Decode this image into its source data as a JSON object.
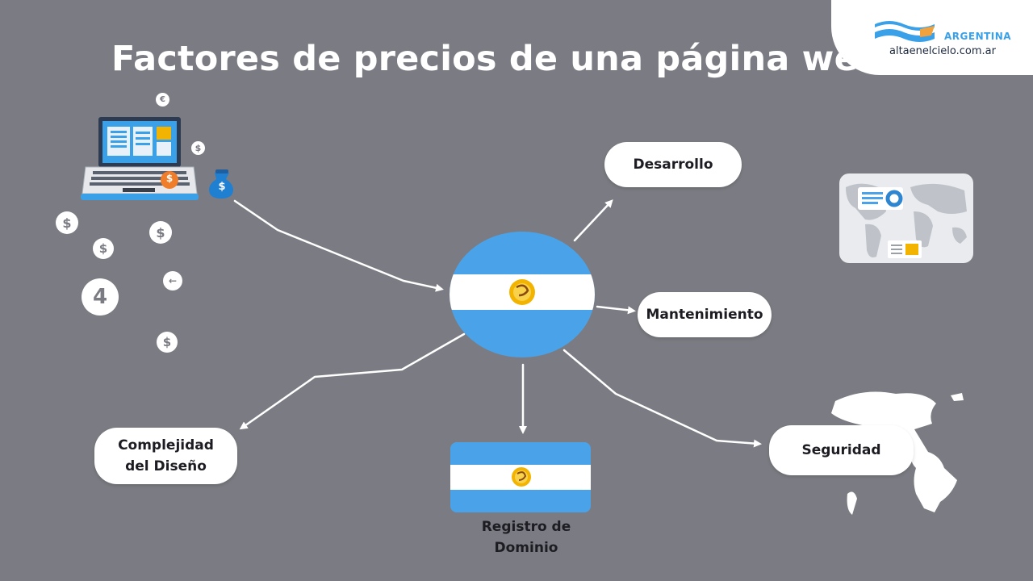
{
  "title": "Factores de precios de una página web",
  "brand": {
    "country": "ARGENTINA",
    "url": "altaenelcielo.com.ar"
  },
  "nodes": {
    "desarrollo": "Desarrollo",
    "mantenimiento": "Mantenimiento",
    "complejidad": "Complejidad del Diseño",
    "seguridad": "Seguridad",
    "registro": "Registro de Dominio"
  },
  "icons": {
    "euro_symbol": "€",
    "dollar_symbol": "$",
    "number_badge": "4",
    "back_arrow": "←"
  },
  "colors": {
    "background": "#7b7c83",
    "flag_blue": "#4aa3e8",
    "flag_white": "#ffffff",
    "sun": "#f2b400"
  }
}
